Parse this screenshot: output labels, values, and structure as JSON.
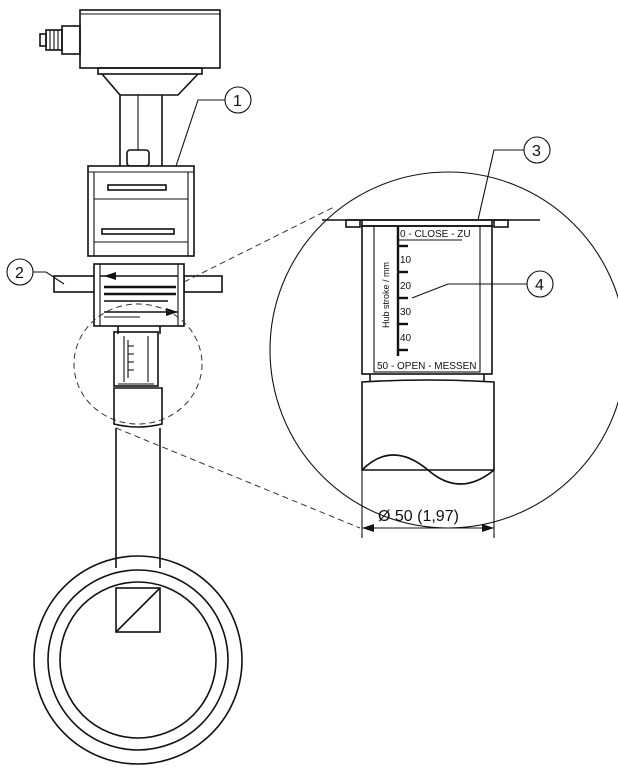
{
  "callouts": [
    {
      "id": "1",
      "label": "1"
    },
    {
      "id": "2",
      "label": "2"
    },
    {
      "id": "3",
      "label": "3"
    },
    {
      "id": "4",
      "label": "4"
    }
  ],
  "scale": {
    "title": "Hub stroke / mm",
    "top_label": "0 - CLOSE - ZU",
    "bottom_label": "50 - OPEN - MESSEN",
    "ticks": [
      "10",
      "20",
      "30",
      "40"
    ]
  },
  "dimension": {
    "diameter_label": "Ø 50 (1,97)"
  },
  "colors": {
    "line": "#111111",
    "background": "#ffffff"
  }
}
